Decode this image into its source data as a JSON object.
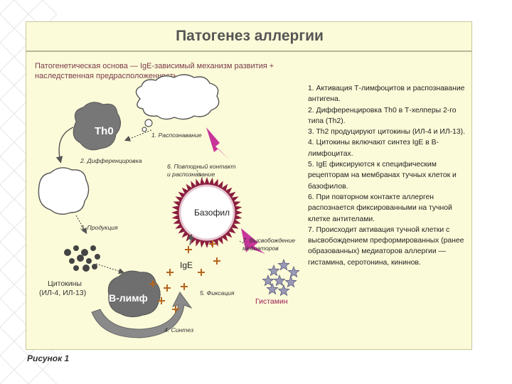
{
  "title": "Патогенез аллергии",
  "subtitle": "Патогенетическая основа — IgE-зависимый механизм развития + наследственная предрасположенность.",
  "steps": [
    "1. Активация Т-лимфоцитов и распознавание антигена.",
    "2. Дифференцировка Th0 в Т-хелперы 2-го типа (Th2).",
    "3. Th2 продуцируют цитокины (ИЛ-4 и ИЛ-13).",
    "4. Цитокины включают синтез IgE в В-лимфоцитах.",
    "5. IgE фиксируются к специфическим рецепторам на мембранах тучных клеток и базофилов.",
    "6. При повторном контакте аллерген распознается фиксированными на тучной клетке антителами.",
    "7. Происходит активация тучной клетки с высвобождением преформированных (ранее образованных) медиаторов аллергии — гистамина, серотонина, кининов."
  ],
  "diagram": {
    "th0": "Th0",
    "b_cell": "В-лимф",
    "basophil": "Базофил",
    "ige": "IgE",
    "cytokines_label_line1": "Цитокины",
    "cytokines_label_line2": "(ИЛ-4, ИЛ-13)",
    "histamine": "Гистамин",
    "step1": "1. Распознавание",
    "step2": "2. Дифференцировка",
    "step3": "3. Продукция",
    "step4": "4. Синтез",
    "step5": "5. Фиксация",
    "step6_line1": "6. Повторный контакт",
    "step6_line2": "и распознавание",
    "step7_line1": "7. Высвобождение",
    "step7_line2": "медиаторов"
  },
  "caption": "Рисунок 1",
  "colors": {
    "panel_bg": "#fcfbd9",
    "cell_gray": "#777777",
    "antigen_arrow": "#c8359a",
    "basophil_spikes": "#8b1e3f",
    "ige_marks": "#b5651d",
    "subtitle_text": "#7a3a4a"
  }
}
